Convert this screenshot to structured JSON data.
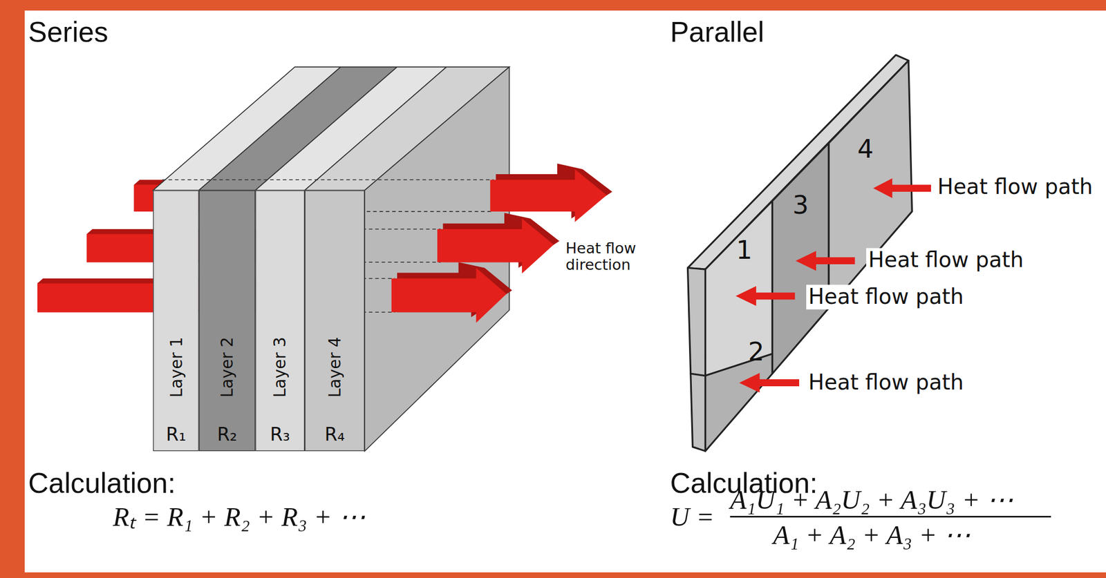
{
  "diagram": {
    "nodes": [
      {
        "text": [
          "Layer 1",
          "R₁"
        ]
      },
      {
        "text": [
          "Layer 2",
          "R₂"
        ]
      },
      {
        "text": [
          "Layer 3",
          "R₃"
        ]
      },
      {
        "text": [
          "Layer 4",
          "R₄"
        ]
      },
      {
        "text": [
          "1"
        ]
      },
      {
        "text": [
          "2"
        ]
      },
      {
        "text": [
          "3"
        ]
      },
      {
        "text": [
          "4"
        ]
      }
    ],
    "labels": [
      "Series",
      "Heat flow direction",
      "Parallel",
      "Heat flow path",
      "Heat flow path",
      "Heat flow path",
      "Heat flow path",
      "Calculation:",
      "Rₜ = R₁ + R₂ + R₃ + ⋯",
      "Calculation:",
      "U =",
      "A₁U₁ + A₂U₂ + A₃U₃ + ⋯",
      "A₁ + A₂ + A₃ + ⋯"
    ]
  }
}
